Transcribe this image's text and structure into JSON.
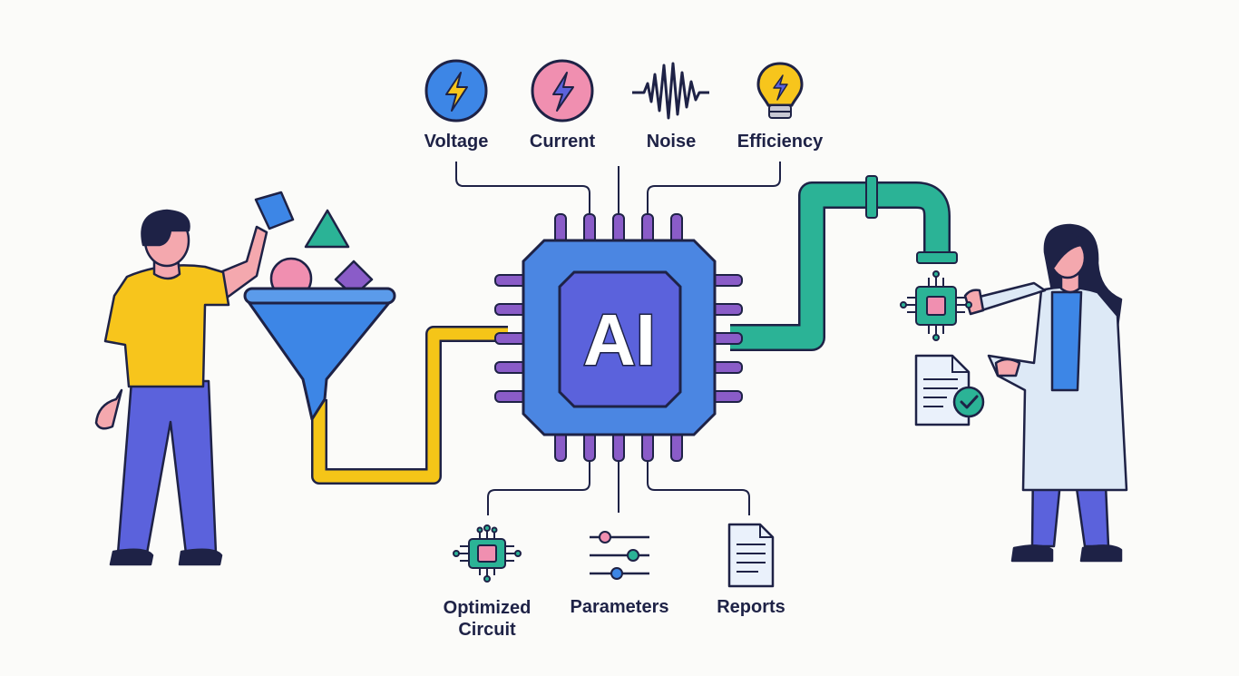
{
  "diagram": {
    "chip_label": "AI",
    "inputs": [
      {
        "label": "Voltage",
        "icon": "voltage-icon"
      },
      {
        "label": "Current",
        "icon": "current-icon"
      },
      {
        "label": "Noise",
        "icon": "noise-waveform-icon"
      },
      {
        "label": "Efficiency",
        "icon": "lightbulb-icon"
      }
    ],
    "outputs": [
      {
        "label_line1": "Optimized",
        "label_line2": "Circuit",
        "icon": "optimized-circuit-icon"
      },
      {
        "label": "Parameters",
        "icon": "sliders-icon"
      },
      {
        "label": "Reports",
        "icon": "report-document-icon"
      }
    ]
  },
  "colors": {
    "chip_outer": "#4b86e2",
    "chip_inner": "#5b62dc",
    "chip_pins": "#8a5cc8",
    "input_pipe": "#f5c518",
    "output_pipe": "#2bb396",
    "outline": "#1e2246",
    "voltage_bg": "#3d86e6",
    "current_bg": "#f08fb0",
    "bulb": "#f7c51c"
  }
}
